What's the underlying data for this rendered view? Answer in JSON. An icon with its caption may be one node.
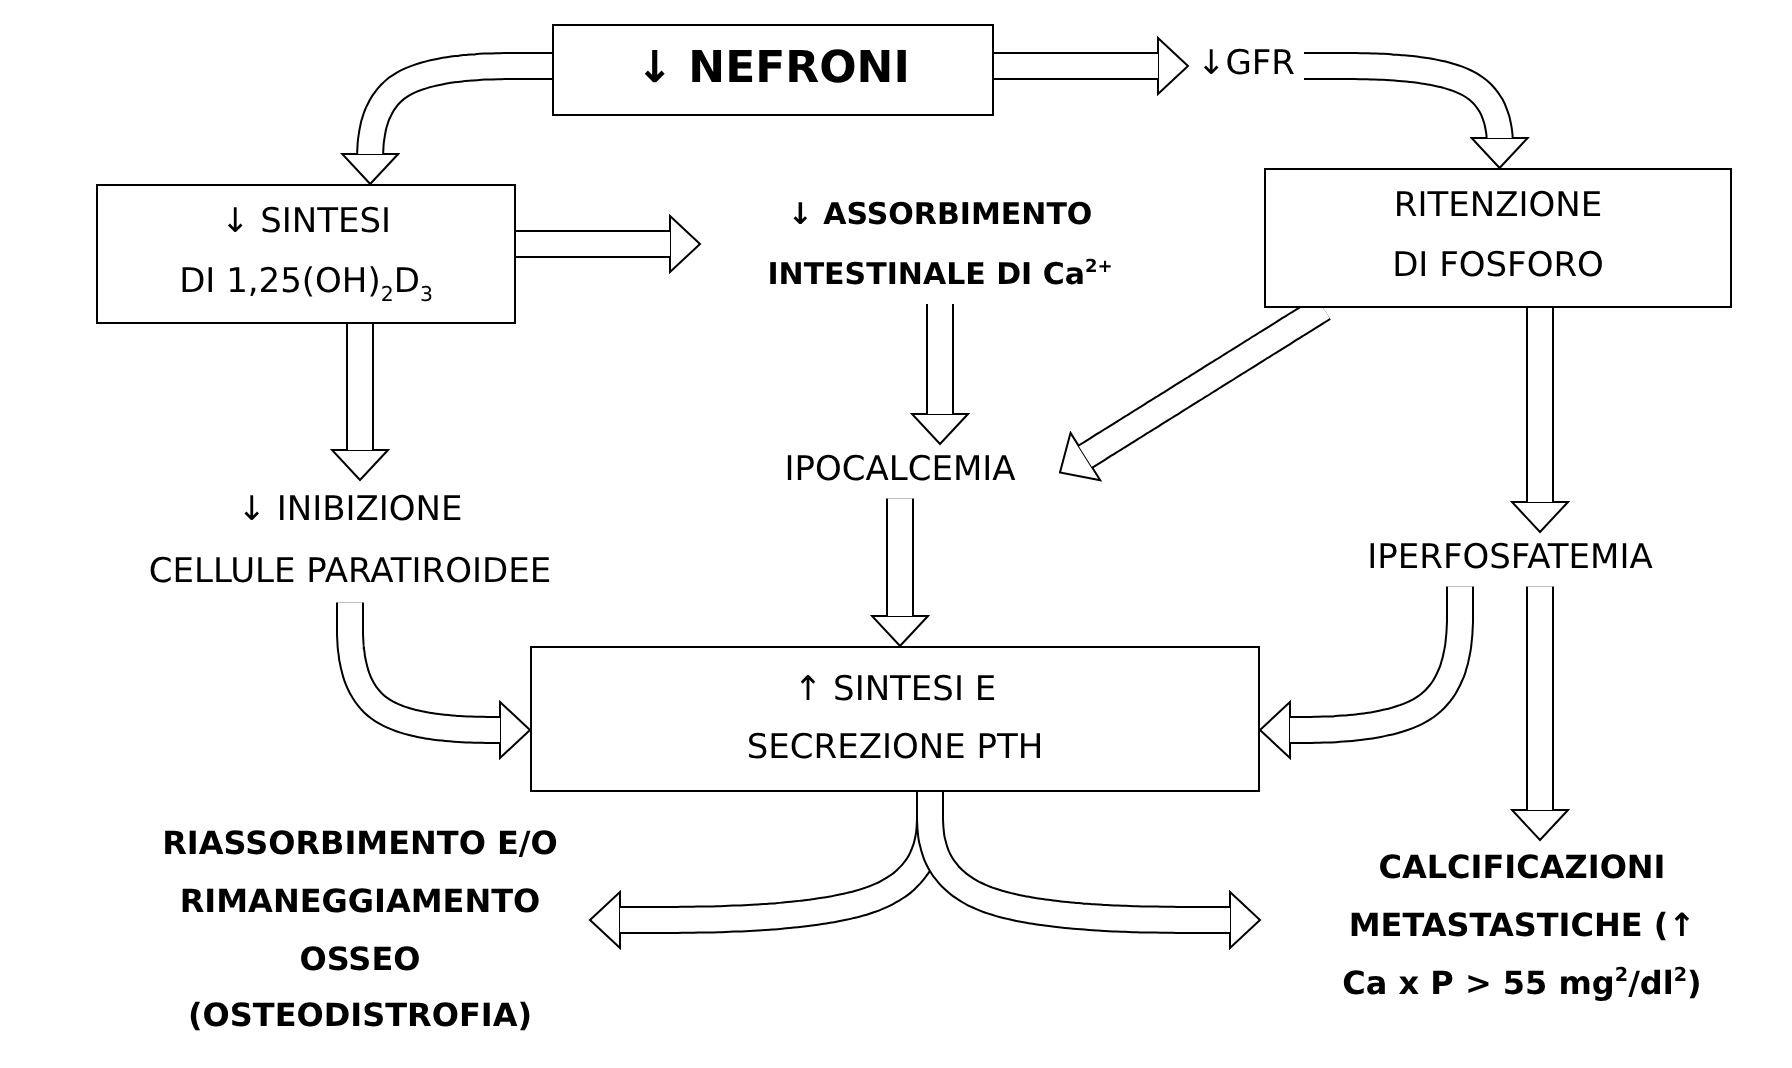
{
  "diagram": {
    "nodes": [
      {
        "text": [
          "↓ NEFRONI"
        ]
      },
      {
        "text": [
          "↓GFR"
        ]
      },
      {
        "text": [
          "↓ SINTESI DI 1,25(OH)$_{2}$D$_{3}$"
        ]
      },
      {
        "text": [
          "↓ ASSORBIMENTO INTESTINALE DI Ca$^{2+}$"
        ]
      },
      {
        "text": [
          "RITENZIONE DI FOSFORO"
        ]
      },
      {
        "text": [
          "↓ INIBIZIONE CELLULE PARATIROIDEE"
        ]
      },
      {
        "text": [
          "IPOCALCEMIA"
        ]
      },
      {
        "text": [
          "IPERFOSFATEMIA"
        ]
      },
      {
        "text": [
          "↑ SINTESI E SECREZIONE PTH"
        ]
      },
      {
        "text": [
          "RIASSORBIMENTO E/O RIMANEGGIAMENTO OSSEO (OSTEODISTROFIA)"
        ]
      },
      {
        "text": [
          "CALCIFICAZIONI METASTASTICHE (↑ Ca x P > 55 mg$^{2}$/dl$^{2}$)"
        ]
      }
    ],
    "edges": [
      {
        "from": 0,
        "to": 2,
        "arrow": "to"
      },
      {
        "from": 0,
        "to": 1,
        "arrow": "to"
      },
      {
        "from": 1,
        "to": 4,
        "arrow": "to"
      },
      {
        "from": 2,
        "to": 3,
        "arrow": "to"
      },
      {
        "from": 2,
        "to": 5,
        "arrow": "to"
      },
      {
        "from": 3,
        "to": 6,
        "arrow": "to"
      },
      {
        "from": 4,
        "to": 6,
        "arrow": "to"
      },
      {
        "from": 4,
        "to": 7,
        "arrow": "to"
      },
      {
        "from": 6,
        "to": 8,
        "arrow": "to"
      },
      {
        "from": 5,
        "to": 8,
        "arrow": "to"
      },
      {
        "from": 7,
        "to": 8,
        "arrow": "to"
      },
      {
        "from": 7,
        "to": 10,
        "arrow": "to"
      },
      {
        "from": 8,
        "to": 9,
        "arrow": "to"
      },
      {
        "from": 8,
        "to": 10,
        "arrow": "to"
      }
    ]
  }
}
